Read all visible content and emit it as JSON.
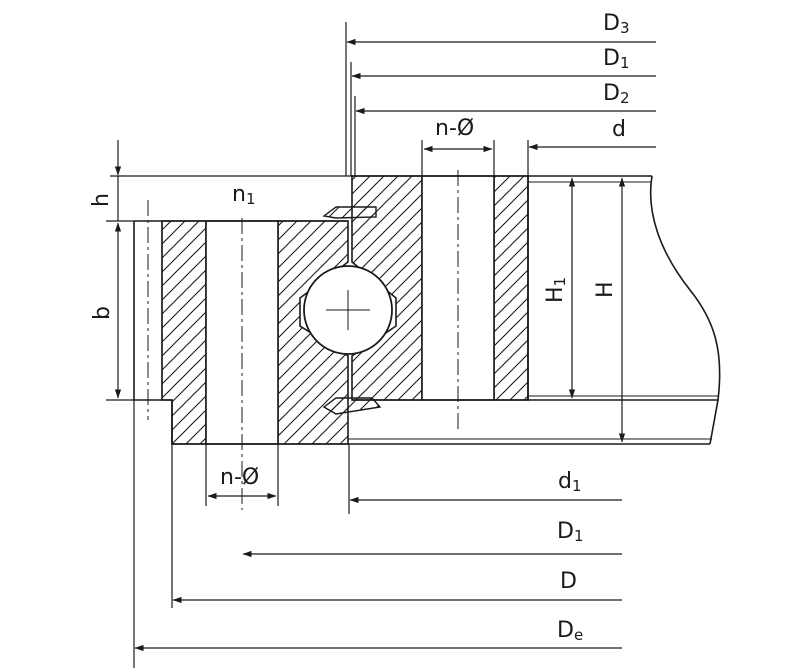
{
  "colors": {
    "stroke": "#1a1a1a",
    "background": "#ffffff"
  },
  "labels": {
    "D3": {
      "main": "D",
      "sub": "3"
    },
    "D1_top": {
      "main": "D",
      "sub": "1"
    },
    "D2": {
      "main": "D",
      "sub": "2"
    },
    "d": {
      "main": "d"
    },
    "n_phi_top": {
      "main": "n-Ø"
    },
    "h": {
      "main": "h"
    },
    "n1": {
      "main": "n",
      "sub": "1"
    },
    "b": {
      "main": "b"
    },
    "H1": {
      "main": "H",
      "sub": "1"
    },
    "H": {
      "main": "H"
    },
    "n_phi_bottom": {
      "main": "n-Ø"
    },
    "d1": {
      "main": "d",
      "sub": "1"
    },
    "D1_bottom": {
      "main": "D",
      "sub": "1"
    },
    "D": {
      "main": "D"
    },
    "De": {
      "main": "D",
      "sub": "e"
    }
  }
}
